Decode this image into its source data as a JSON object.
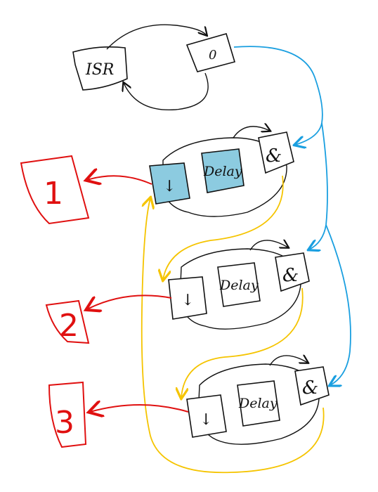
{
  "nodes": {
    "isr": {
      "label": "ISR"
    },
    "zero": {
      "label": "0"
    },
    "row1": {
      "down": "↓",
      "delay": "Delay",
      "and": "&"
    },
    "row2": {
      "down": "↓",
      "delay": "Delay",
      "and": "&"
    },
    "row3": {
      "down": "↓",
      "delay": "Delay",
      "and": "&"
    }
  },
  "outputs": [
    {
      "label": "1"
    },
    {
      "label": "2"
    },
    {
      "label": "3"
    }
  ],
  "colors": {
    "ink": "#111111",
    "red": "#e01010",
    "blue": "#1a9fe0",
    "yellow": "#f5c400",
    "fill": "#8ccbe0"
  }
}
